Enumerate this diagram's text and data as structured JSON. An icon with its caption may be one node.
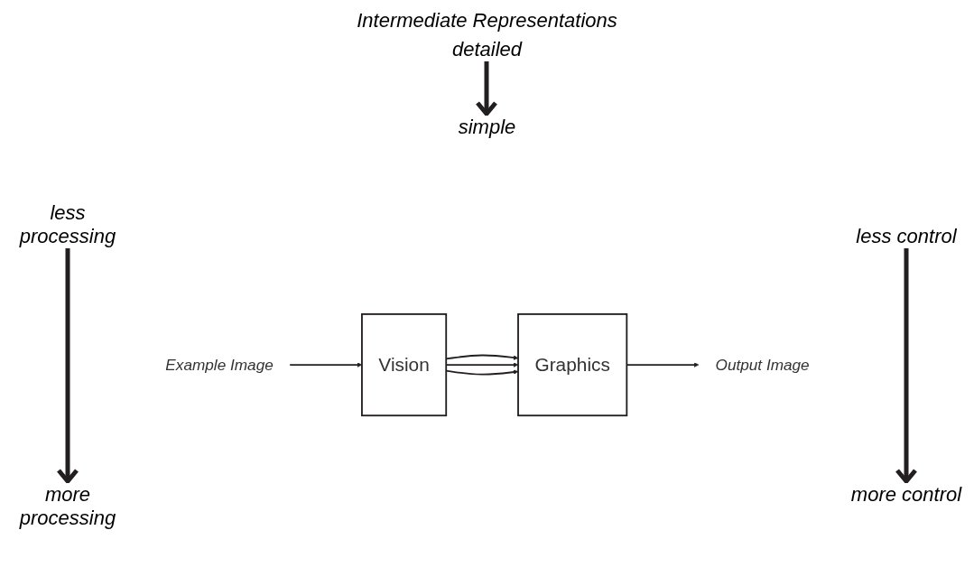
{
  "diagram": {
    "nodes": [
      {
        "text": [
          "Example Image"
        ]
      },
      {
        "text": [
          "Vision"
        ]
      },
      {
        "text": [
          "Output Image"
        ]
      },
      {
        "text": [
          "Graphics"
        ]
      }
    ],
    "edges": [
      {
        "from": 0,
        "to": 1,
        "arrow": "to"
      },
      {
        "from": 1,
        "to": 3,
        "arrow": "to"
      },
      {
        "from": 1,
        "to": 3,
        "arrow": "to"
      },
      {
        "from": 1,
        "to": 3,
        "arrow": "to"
      },
      {
        "from": 3,
        "to": 2,
        "arrow": "to"
      }
    ],
    "labels": [
      "Intermediate Representations",
      "less processing",
      "detailed",
      "less control",
      "more processing",
      "simple",
      "more control"
    ]
  }
}
